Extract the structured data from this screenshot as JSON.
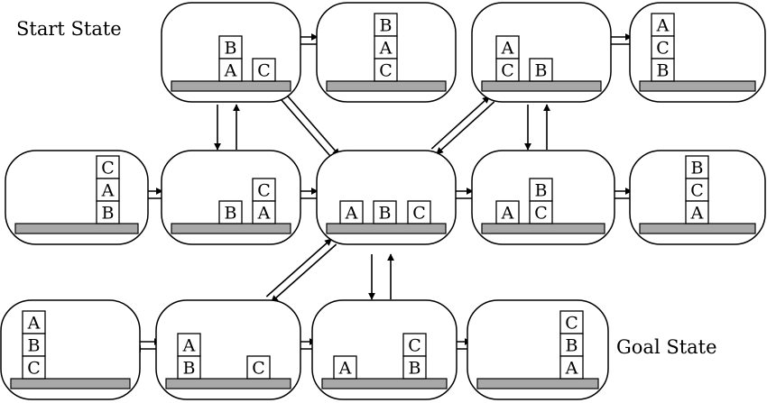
{
  "labels": {
    "start": "Start State",
    "goal": "Goal State"
  },
  "colors": {
    "table": "#a8a8a8",
    "stroke": "#000000",
    "background": "#ffffff"
  },
  "states": [
    {
      "id": "s1",
      "stacks": [
        [
          "B",
          "A"
        ],
        [
          "C"
        ]
      ]
    },
    {
      "id": "s2",
      "stacks": [
        [
          "B",
          "A",
          "C"
        ]
      ]
    },
    {
      "id": "s3",
      "stacks": [
        [
          "A",
          "C"
        ],
        [
          "B"
        ]
      ]
    },
    {
      "id": "s4",
      "stacks": [
        [
          "A",
          "C",
          "B"
        ]
      ]
    },
    {
      "id": "s5",
      "stacks": [
        [
          "C",
          "A",
          "B"
        ]
      ]
    },
    {
      "id": "s6",
      "stacks": [
        [
          "B"
        ],
        [
          "C",
          "A"
        ]
      ]
    },
    {
      "id": "s7",
      "stacks": [
        [
          "A"
        ],
        [
          "B"
        ],
        [
          "C"
        ]
      ]
    },
    {
      "id": "s8",
      "stacks": [
        [
          "A"
        ],
        [
          "B",
          "C"
        ]
      ]
    },
    {
      "id": "s9",
      "stacks": [
        [
          "B",
          "C",
          "A"
        ]
      ]
    },
    {
      "id": "s10",
      "stacks": [
        [
          "A",
          "B",
          "C"
        ]
      ]
    },
    {
      "id": "s11",
      "stacks": [
        [
          "A",
          "B"
        ],
        [
          "C"
        ]
      ]
    },
    {
      "id": "s12",
      "stacks": [
        [
          "A"
        ],
        [
          "C",
          "B"
        ]
      ]
    },
    {
      "id": "s13",
      "stacks": [
        [
          "C",
          "B",
          "A"
        ]
      ]
    }
  ],
  "edges": [
    [
      "s1",
      "s2"
    ],
    [
      "s3",
      "s4"
    ],
    [
      "s1",
      "s6"
    ],
    [
      "s1",
      "s7"
    ],
    [
      "s3",
      "s7"
    ],
    [
      "s3",
      "s8"
    ],
    [
      "s5",
      "s6"
    ],
    [
      "s6",
      "s7"
    ],
    [
      "s7",
      "s8"
    ],
    [
      "s8",
      "s9"
    ],
    [
      "s7",
      "s11"
    ],
    [
      "s7",
      "s12"
    ],
    [
      "s10",
      "s11"
    ],
    [
      "s11",
      "s12"
    ],
    [
      "s12",
      "s13"
    ]
  ]
}
